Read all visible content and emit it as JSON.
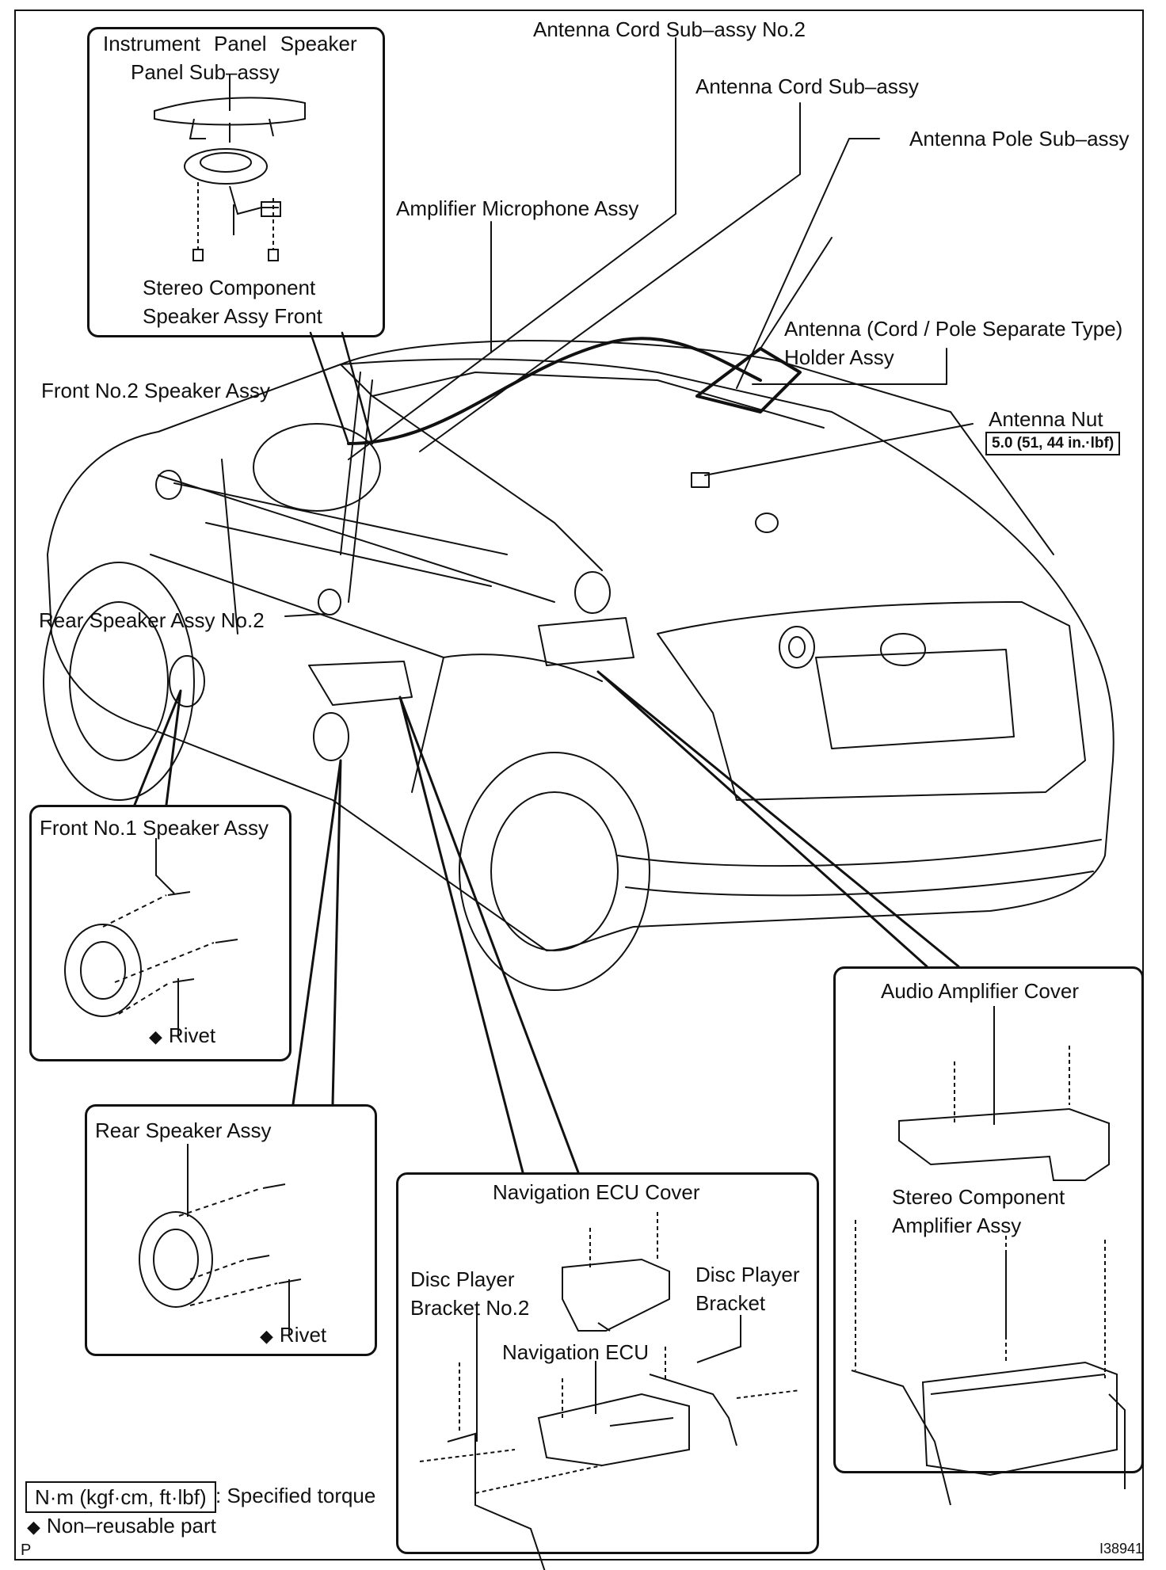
{
  "labels": {
    "ip_speaker_panel_1": "Instrument Panel Speaker",
    "ip_speaker_panel_2": "Panel Sub–assy",
    "stereo_front_1": "Stereo Component",
    "stereo_front_2": "Speaker Assy Front",
    "front2_speaker": "Front No.2 Speaker Assy",
    "rear_speaker2": "Rear Speaker Assy No.2",
    "front1_speaker": "Front No.1 Speaker Assy",
    "rivet_a": "Rivet",
    "rear_speaker": "Rear Speaker Assy",
    "rivet_b": "Rivet",
    "antenna_cord2": "Antenna Cord Sub–assy No.2",
    "antenna_cord": "Antenna Cord Sub–assy",
    "antenna_pole": "Antenna Pole Sub–assy",
    "amp_mic": "Amplifier Microphone Assy",
    "antenna_holder_1": "Antenna (Cord / Pole Separate Type)",
    "antenna_holder_2": "Holder Assy",
    "antenna_nut": "Antenna Nut",
    "antenna_nut_torque": "5.0 (51, 44 in.·lbf)",
    "audio_amp_cover": "Audio Amplifier Cover",
    "stereo_amp_1": "Stereo Component",
    "stereo_amp_2": "Amplifier Assy",
    "nav_cover": "Navigation ECU Cover",
    "disc_bracket2_1": "Disc Player",
    "disc_bracket2_2": "Bracket No.2",
    "disc_bracket_1": "Disc Player",
    "disc_bracket_2": "Bracket",
    "nav_ecu": "Navigation ECU"
  },
  "legend": {
    "torque_unit": "N·m (kgf·cm, ft·lbf)",
    "torque_desc": ": Specified torque",
    "nonreusable_mark": "◆",
    "nonreusable_desc": "Non–reusable part"
  },
  "footer": {
    "left_code": "P",
    "figure_id": "I38941"
  },
  "marks": {
    "diamond": "◆"
  }
}
